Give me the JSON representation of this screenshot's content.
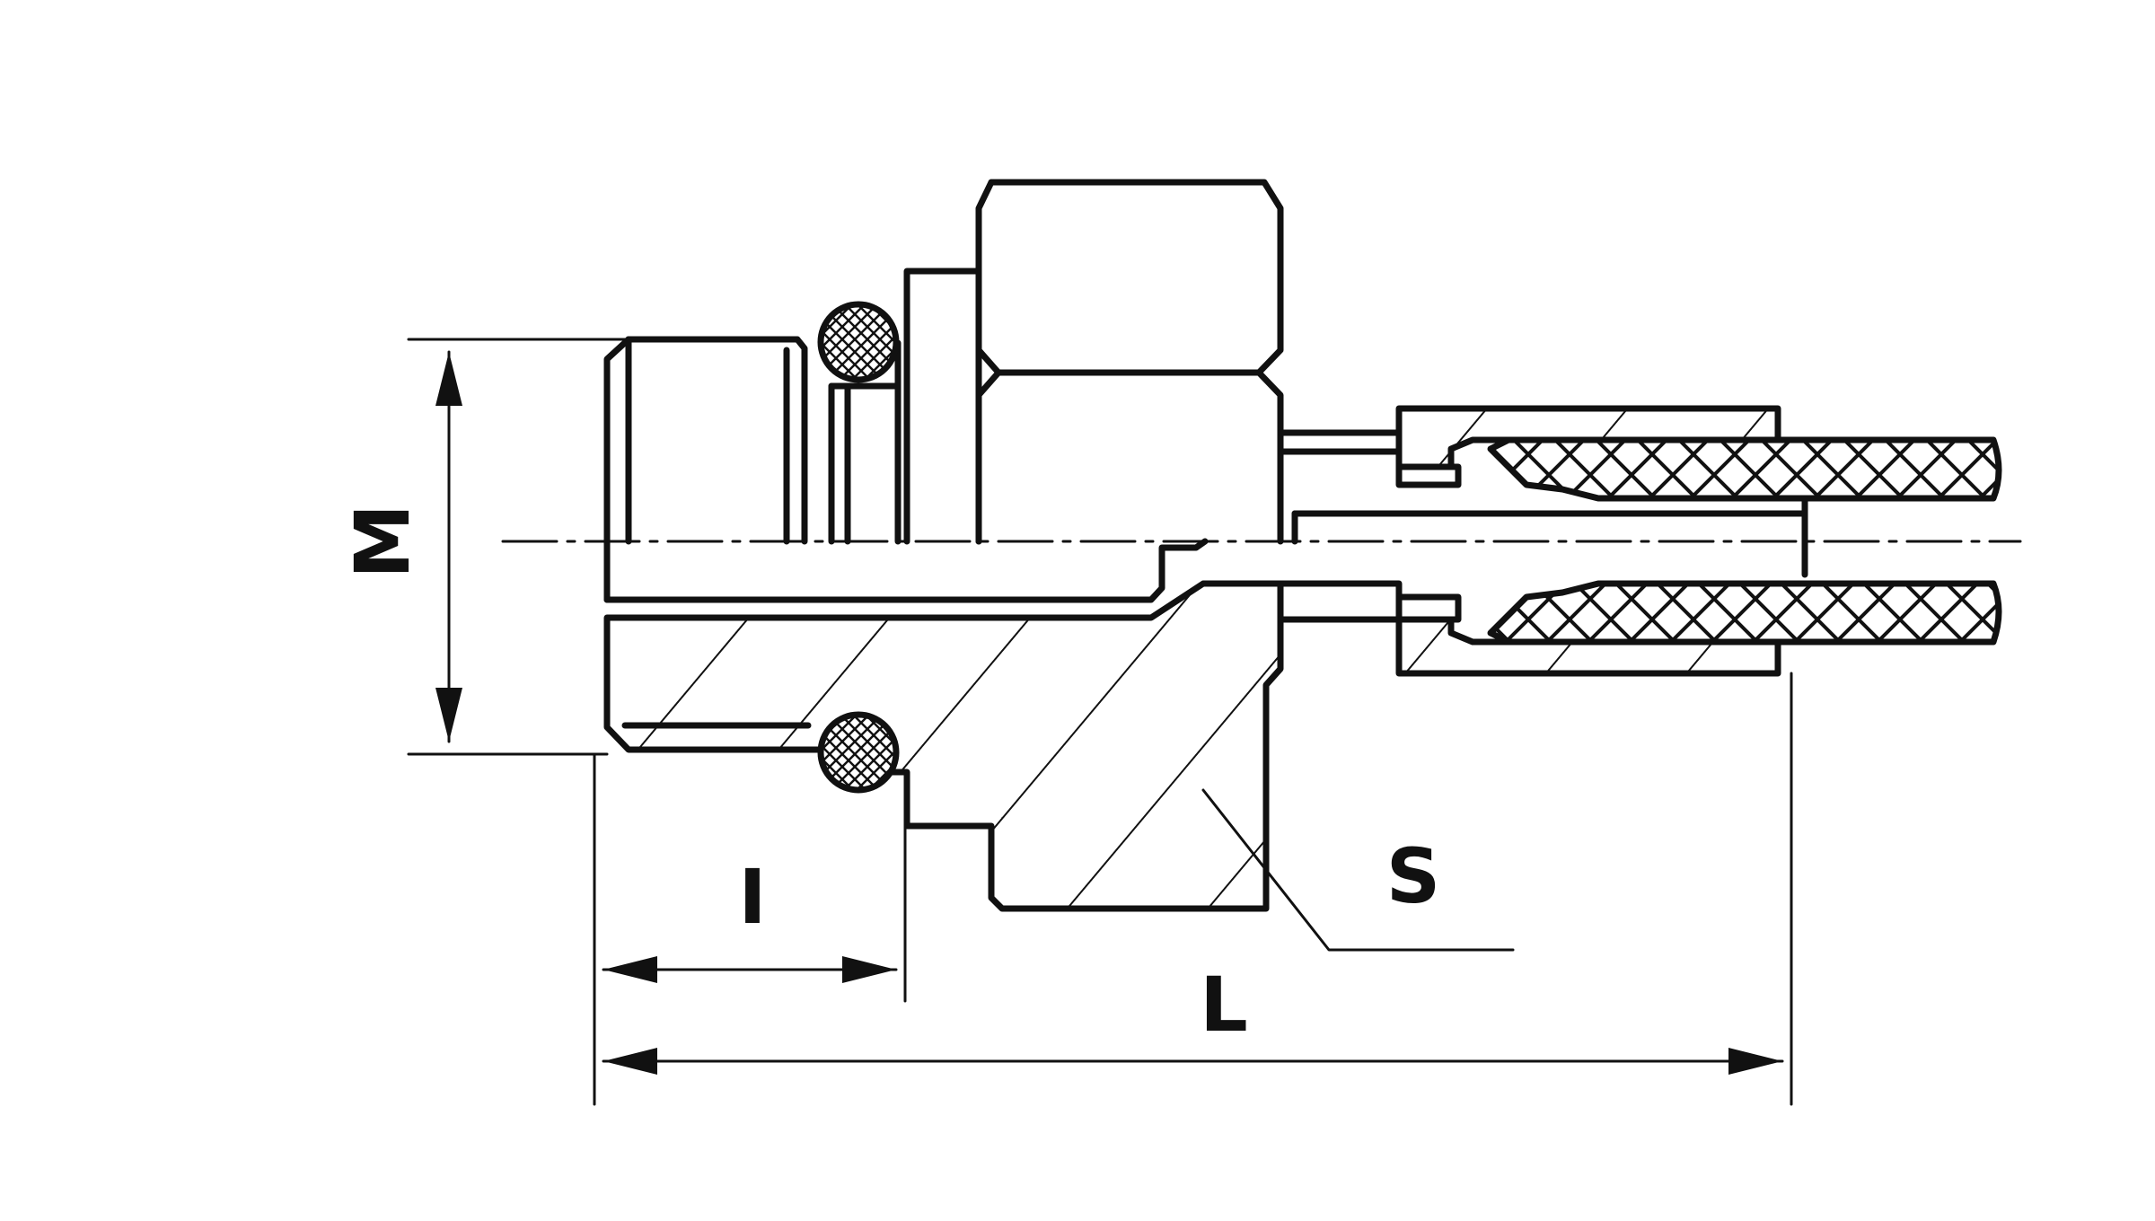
{
  "drawing": {
    "dimensions": {
      "m": "M",
      "i": "I",
      "l": "L",
      "s": "S"
    },
    "colors": {
      "ink": "#111111",
      "background": "#ffffff"
    }
  }
}
